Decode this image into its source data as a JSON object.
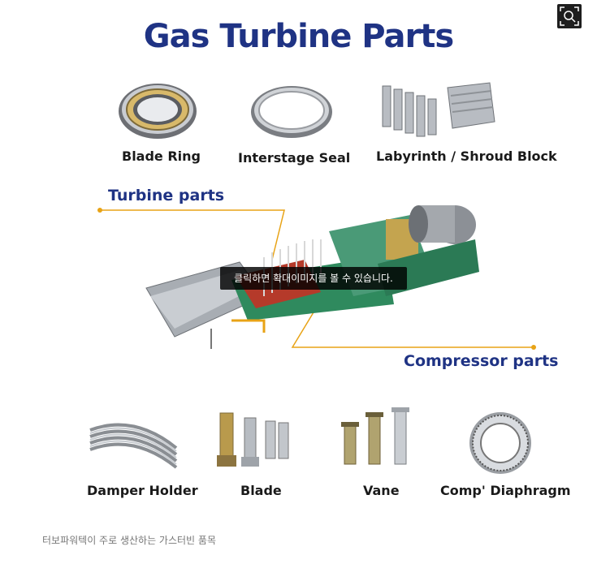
{
  "title": "Gas Turbine Parts",
  "top_parts": [
    "Blade Ring",
    "Interstage Seal",
    "Labyrinth / Shroud Block"
  ],
  "sections": {
    "turbine": "Turbine parts",
    "compressor": "Compressor parts"
  },
  "bottom_parts": [
    "Damper Holder",
    "Blade",
    "Vane",
    "Comp' Diaphragm"
  ],
  "tooltip": "클릭하면 확대이미지를 볼 수 있습니다.",
  "caption": "터보파워텍이 주로 생산하는 가스터빈 품목",
  "colors": {
    "title": "#1f3384",
    "leader_line": "#e8a316"
  },
  "icons": {
    "zoom": "zoom-icon"
  }
}
